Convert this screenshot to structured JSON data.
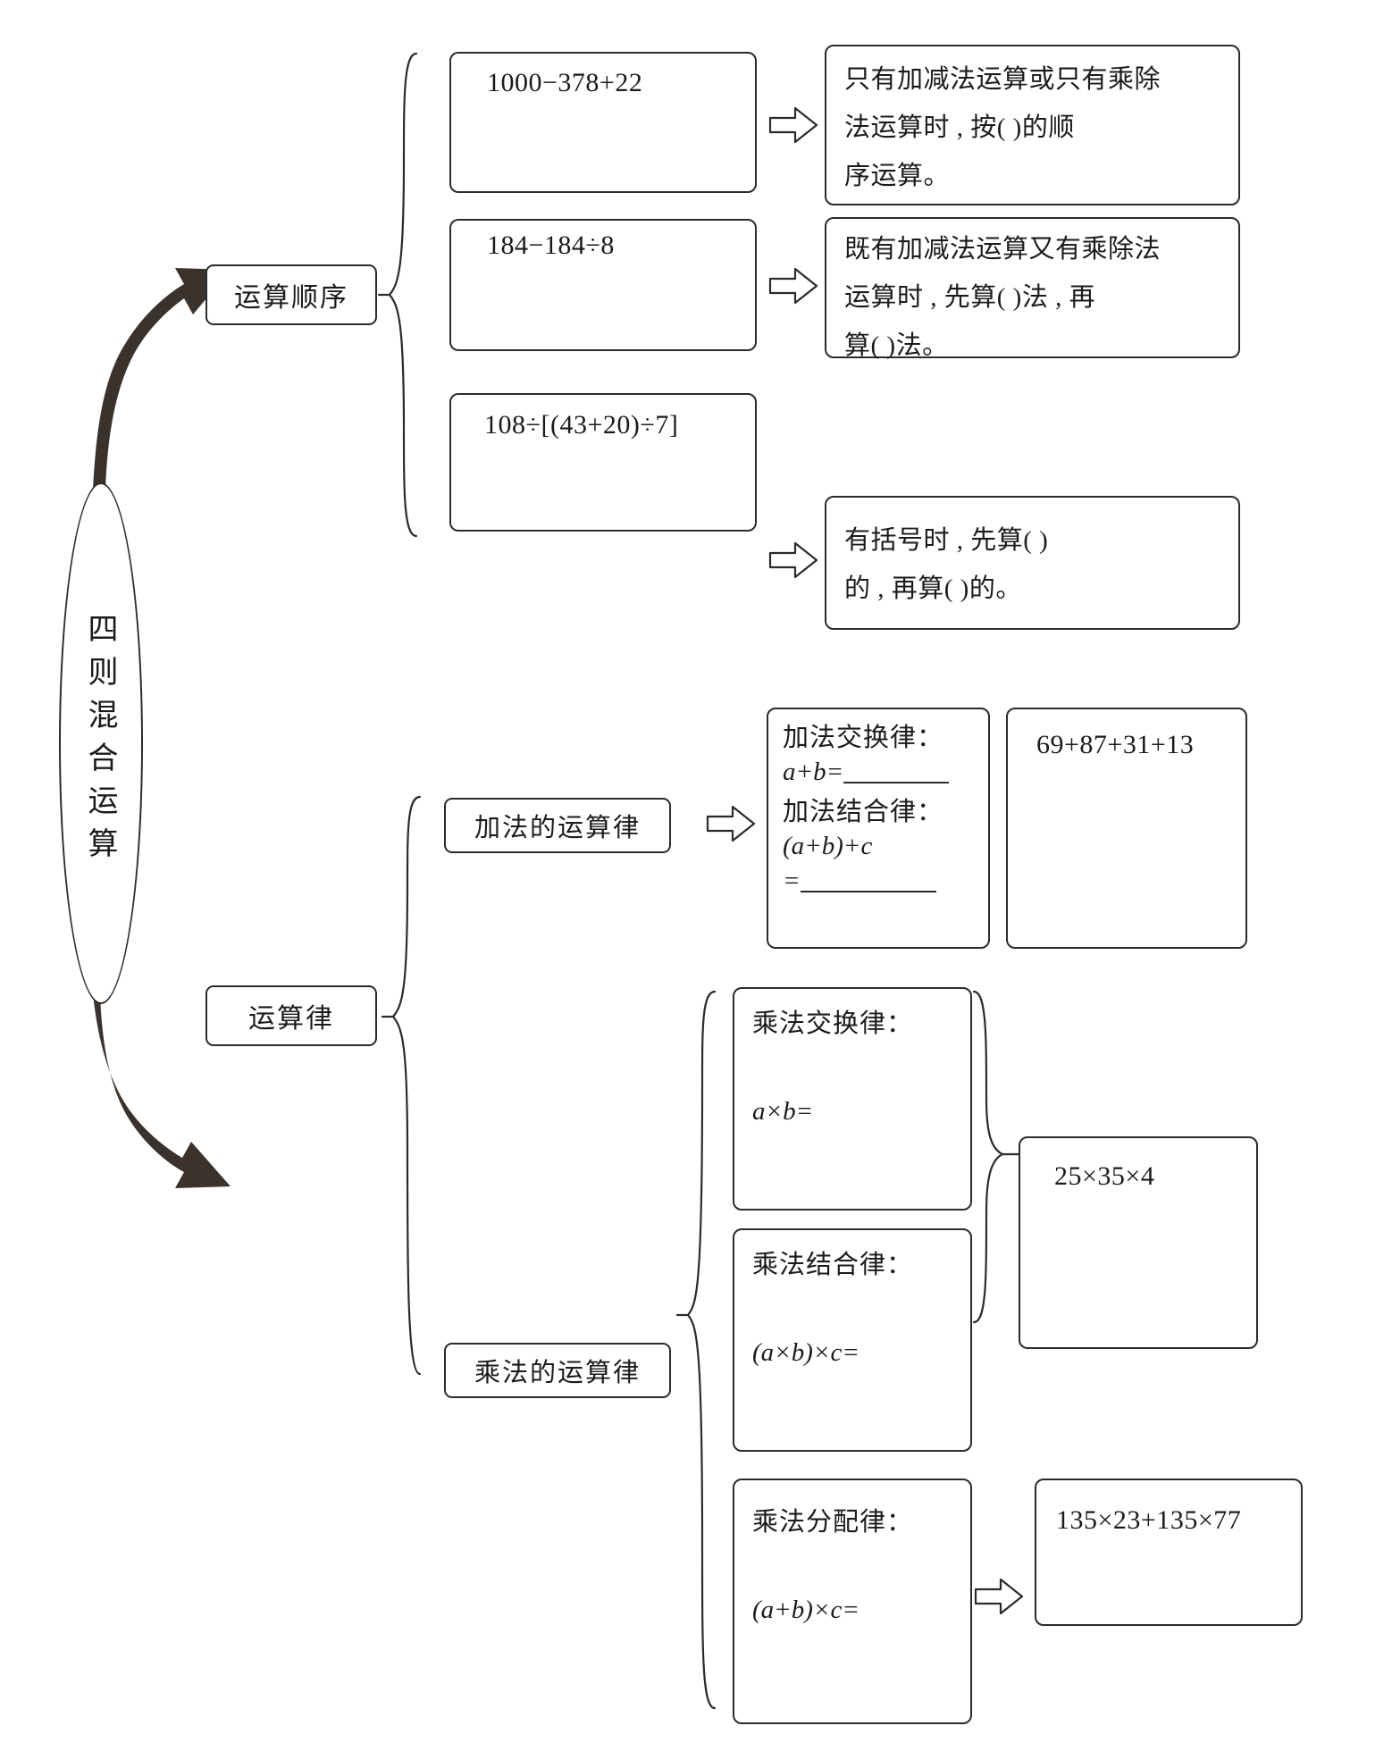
{
  "diagram": {
    "title": "四则混合运算",
    "center_node": {
      "label": "四则混合运算",
      "orientation": "vertical"
    },
    "branches": [
      {
        "id": "order-of-operations",
        "label": "运算顺序",
        "items": [
          {
            "expression": "1000−378+22",
            "rule_lines": [
              "只有加减法运算或只有乘除",
              "法运算时 , 按(            )的顺",
              "序运算。"
            ]
          },
          {
            "expression": "184−184÷8",
            "rule_lines": [
              "既有加减法运算又有乘除法",
              "运算时 , 先算(           )法 , 再",
              "算(        )法。"
            ]
          },
          {
            "expression": "108÷[(43+20)÷7]",
            "rule_lines": [
              "有括号时 , 先算(                 )",
              "的 , 再算(                 )的。"
            ]
          }
        ]
      },
      {
        "id": "operation-laws",
        "label": "运算律",
        "groups": [
          {
            "id": "addition-laws",
            "label": "加法的运算律",
            "laws": [
              {
                "title": "加法交换律：",
                "formula": "a+b=",
                "has_blank": true
              },
              {
                "title": "加法结合律：",
                "formula": "(a+b)+c",
                "second_line": "=",
                "has_blank": true
              }
            ],
            "example": "69+87+31+13"
          },
          {
            "id": "multiplication-laws",
            "label": "乘法的运算律",
            "laws": [
              {
                "title": "乘法交换律：",
                "formula": "a×b="
              },
              {
                "title": "乘法结合律：",
                "formula": "(a×b)×c="
              },
              {
                "title": "乘法分配律：",
                "formula": "(a+b)×c="
              }
            ],
            "examples": [
              "25×35×4",
              "135×23+135×77"
            ]
          }
        ]
      }
    ],
    "colors": {
      "stroke": "#2b2b2b",
      "fill": "#ffffff",
      "arrow_fill": "#3a322c"
    }
  }
}
